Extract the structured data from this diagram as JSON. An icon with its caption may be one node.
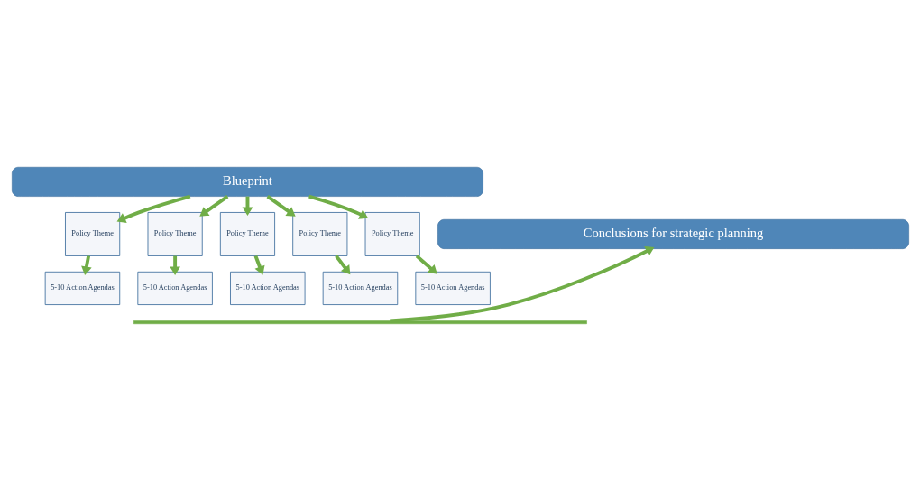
{
  "diagram": {
    "nodes": [
      {
        "text": [
          "Blueprint"
        ]
      },
      {
        "text": [
          "Policy Theme"
        ]
      },
      {
        "text": [
          "Policy Theme"
        ]
      },
      {
        "text": [
          "Policy Theme"
        ]
      },
      {
        "text": [
          "Policy Theme"
        ]
      },
      {
        "text": [
          "Policy Theme"
        ]
      },
      {
        "text": [
          "5-10 Action Agendas"
        ]
      },
      {
        "text": [
          "5-10 Action Agendas"
        ]
      },
      {
        "text": [
          "5-10 Action Agendas"
        ]
      },
      {
        "text": [
          "5-10 Action Agendas"
        ]
      },
      {
        "text": [
          "5-10 Action Agendas"
        ]
      },
      {
        "text": [],
        "shape": "bar"
      },
      {
        "text": [
          "Conclusions for strategic planning"
        ]
      }
    ],
    "edges": [
      {
        "from": 0,
        "to": 1,
        "arrow": "to"
      },
      {
        "from": 0,
        "to": 2,
        "arrow": "to"
      },
      {
        "from": 0,
        "to": 3,
        "arrow": "to"
      },
      {
        "from": 0,
        "to": 4,
        "arrow": "to"
      },
      {
        "from": 0,
        "to": 5,
        "arrow": "to"
      },
      {
        "from": 1,
        "to": 6,
        "arrow": "to"
      },
      {
        "from": 2,
        "to": 7,
        "arrow": "to"
      },
      {
        "from": 3,
        "to": 8,
        "arrow": "to"
      },
      {
        "from": 4,
        "to": 9,
        "arrow": "to"
      },
      {
        "from": 5,
        "to": 10,
        "arrow": "to"
      },
      {
        "from": 11,
        "to": 12,
        "arrow": "to"
      }
    ]
  }
}
